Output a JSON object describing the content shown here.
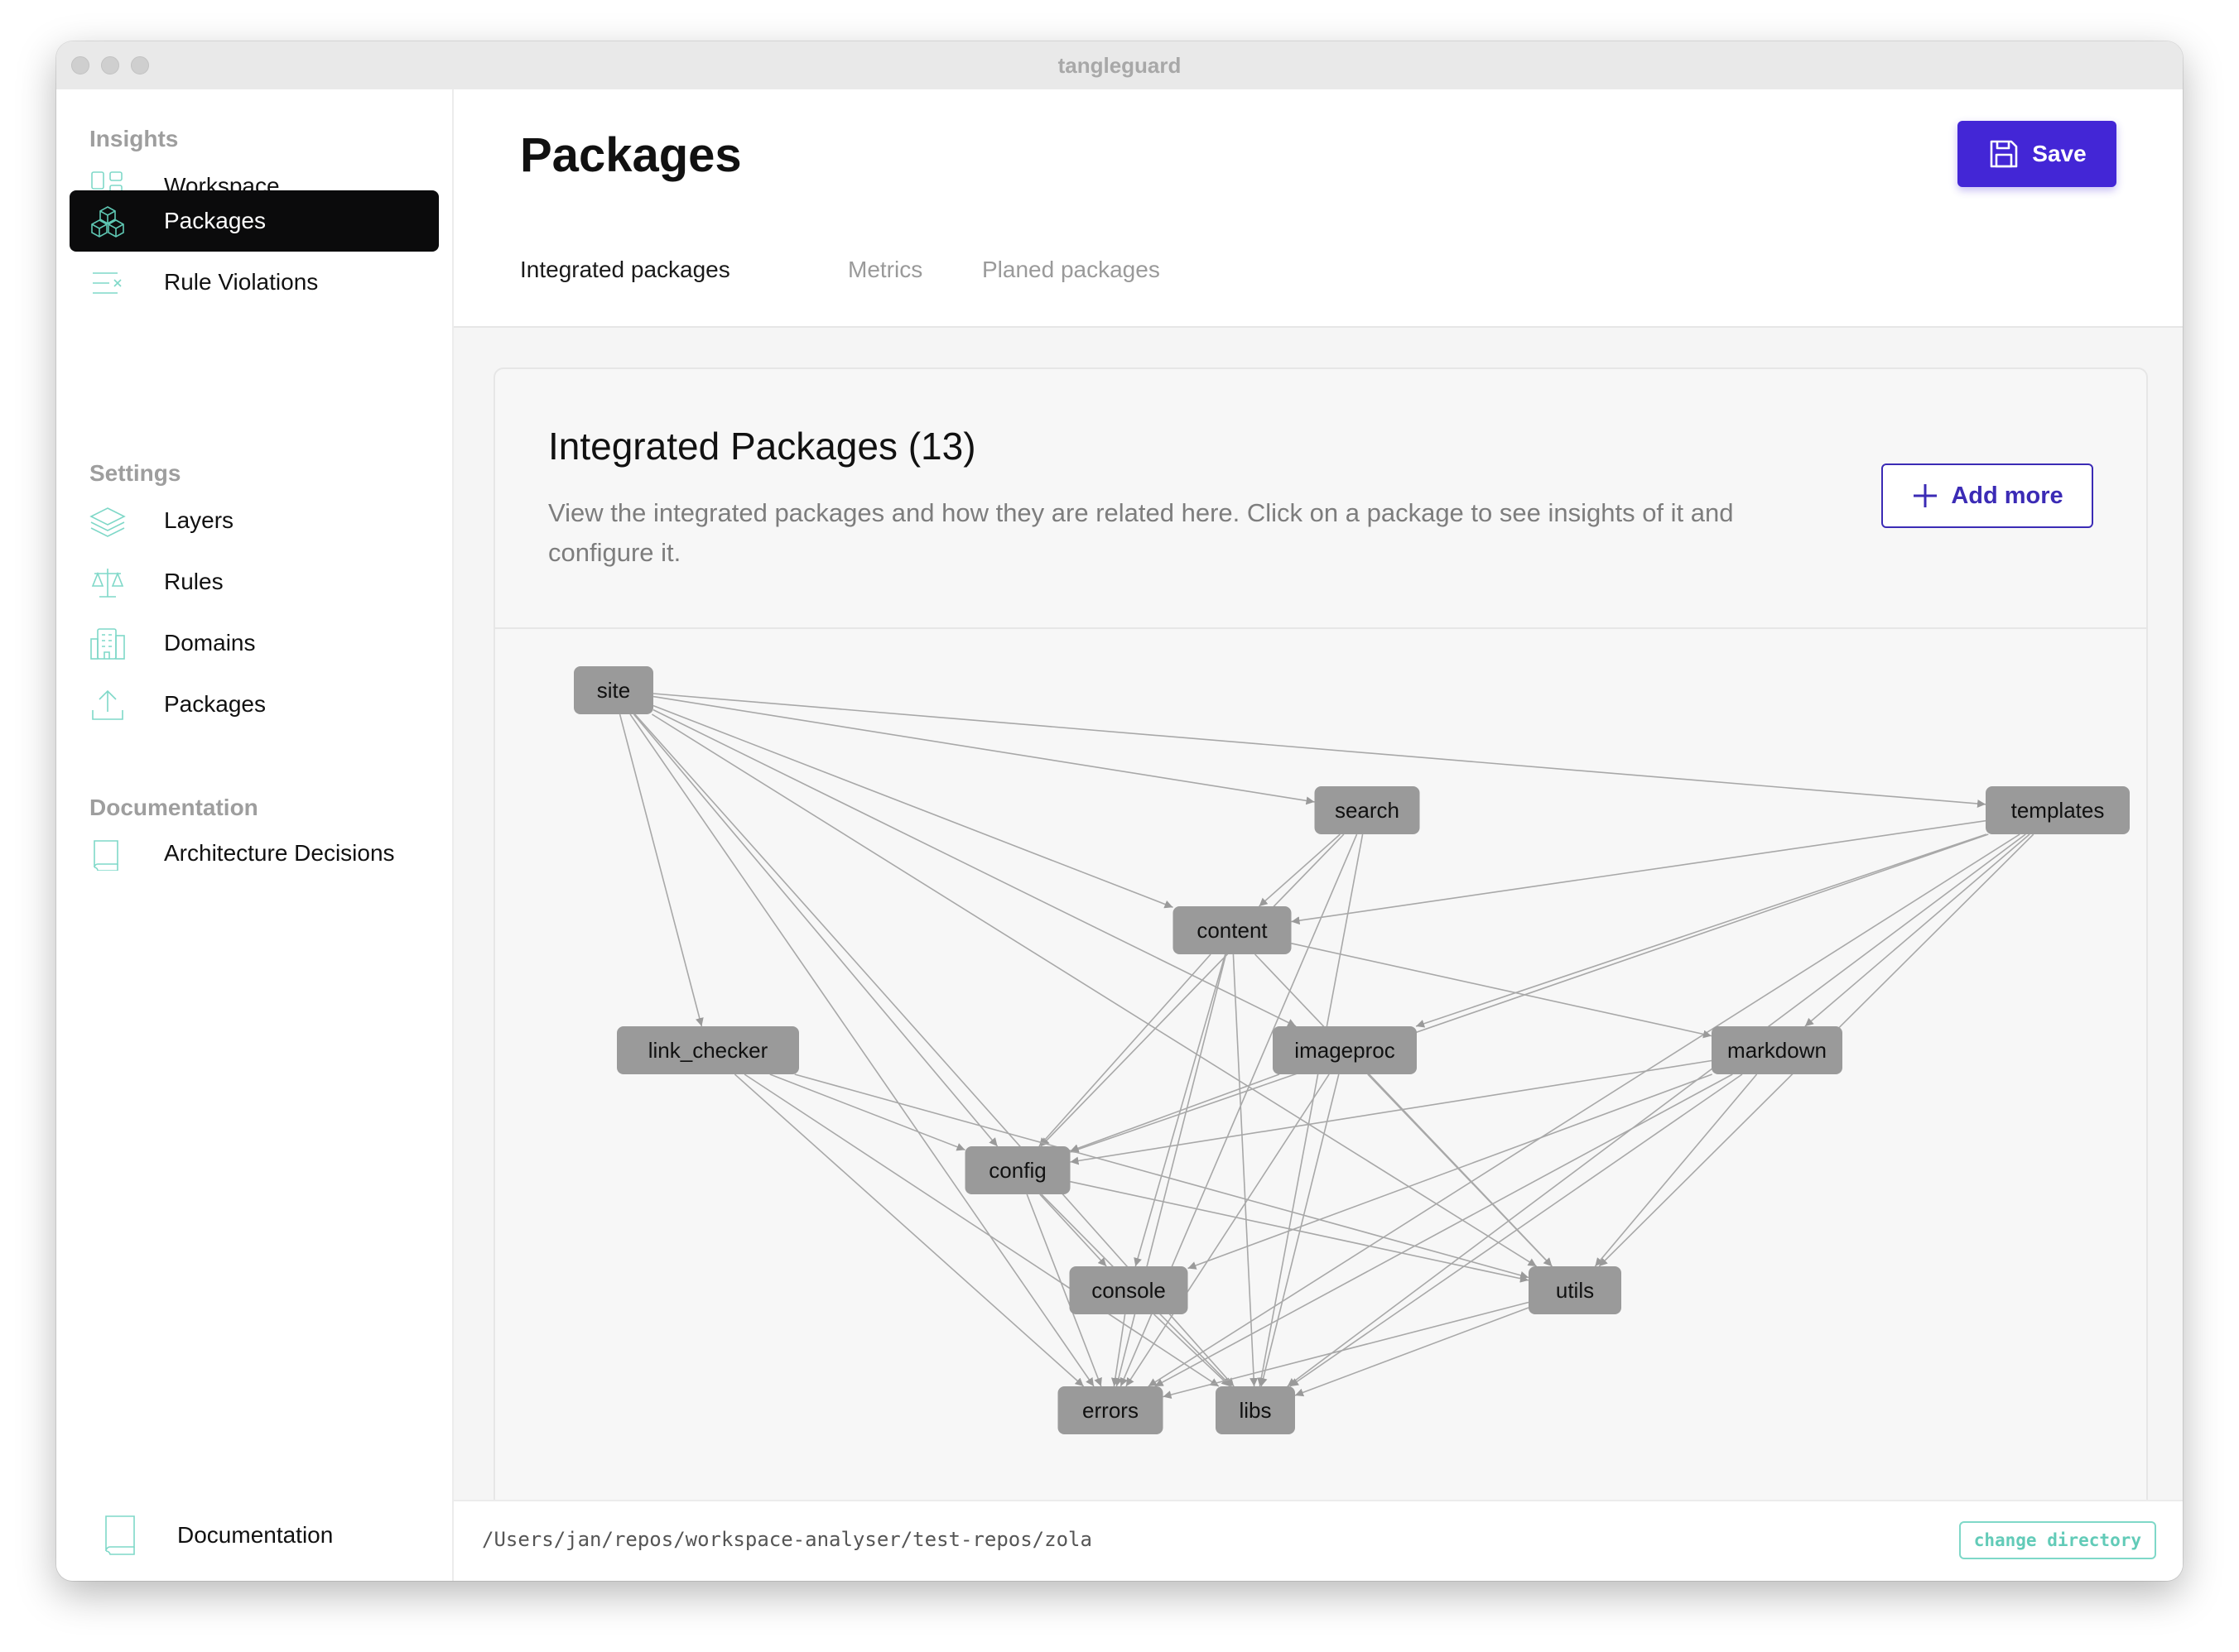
{
  "window": {
    "title": "tangleguard"
  },
  "sidebar": {
    "sections": [
      {
        "heading": "Insights",
        "items": [
          {
            "label": "Workspace",
            "icon": "workspace-icon",
            "active": false
          },
          {
            "label": "Packages",
            "icon": "packages-cube-icon",
            "active": true
          },
          {
            "label": "Rule Violations",
            "icon": "rule-violations-icon",
            "active": false
          }
        ]
      },
      {
        "heading": "Settings",
        "items": [
          {
            "label": "Layers",
            "icon": "layers-icon",
            "active": false
          },
          {
            "label": "Rules",
            "icon": "scale-icon",
            "active": false
          },
          {
            "label": "Domains",
            "icon": "building-icon",
            "active": false
          },
          {
            "label": "Packages",
            "icon": "upload-icon",
            "active": false
          }
        ]
      },
      {
        "heading": "Documentation",
        "items": [
          {
            "label": "Architecture Decisions",
            "icon": "book-icon",
            "active": false
          }
        ]
      }
    ],
    "bottom_item": {
      "label": "Documentation",
      "icon": "book-icon"
    }
  },
  "header": {
    "title": "Packages",
    "save_label": "Save"
  },
  "tabs": [
    {
      "label": "Integrated packages",
      "active": true
    },
    {
      "label": "Metrics",
      "active": false
    },
    {
      "label": "Planed packages",
      "active": false
    }
  ],
  "card": {
    "title": "Integrated Packages (13)",
    "description": "View the integrated packages and how they are related here. Click on a package to see insights of it and configure it.",
    "add_label": "Add more"
  },
  "graph": {
    "nodes": [
      "site",
      "search",
      "templates",
      "content",
      "link_checker",
      "imageproc",
      "markdown",
      "config",
      "console",
      "utils",
      "errors",
      "libs"
    ],
    "edges": [
      [
        "site",
        "search"
      ],
      [
        "site",
        "templates"
      ],
      [
        "site",
        "content"
      ],
      [
        "site",
        "link_checker"
      ],
      [
        "site",
        "imageproc"
      ],
      [
        "site",
        "config"
      ],
      [
        "site",
        "utils"
      ],
      [
        "site",
        "errors"
      ],
      [
        "site",
        "libs"
      ],
      [
        "search",
        "content"
      ],
      [
        "search",
        "config"
      ],
      [
        "search",
        "errors"
      ],
      [
        "search",
        "libs"
      ],
      [
        "templates",
        "content"
      ],
      [
        "templates",
        "imageproc"
      ],
      [
        "templates",
        "markdown"
      ],
      [
        "templates",
        "config"
      ],
      [
        "templates",
        "utils"
      ],
      [
        "templates",
        "errors"
      ],
      [
        "templates",
        "libs"
      ],
      [
        "content",
        "markdown"
      ],
      [
        "content",
        "config"
      ],
      [
        "content",
        "utils"
      ],
      [
        "content",
        "errors"
      ],
      [
        "content",
        "libs"
      ],
      [
        "content",
        "console"
      ],
      [
        "link_checker",
        "config"
      ],
      [
        "link_checker",
        "utils"
      ],
      [
        "link_checker",
        "errors"
      ],
      [
        "link_checker",
        "libs"
      ],
      [
        "imageproc",
        "config"
      ],
      [
        "imageproc",
        "utils"
      ],
      [
        "imageproc",
        "errors"
      ],
      [
        "imageproc",
        "libs"
      ],
      [
        "markdown",
        "config"
      ],
      [
        "markdown",
        "utils"
      ],
      [
        "markdown",
        "errors"
      ],
      [
        "markdown",
        "libs"
      ],
      [
        "markdown",
        "console"
      ],
      [
        "config",
        "console"
      ],
      [
        "config",
        "utils"
      ],
      [
        "config",
        "errors"
      ],
      [
        "config",
        "libs"
      ],
      [
        "console",
        "errors"
      ],
      [
        "console",
        "libs"
      ],
      [
        "utils",
        "errors"
      ],
      [
        "utils",
        "libs"
      ]
    ]
  },
  "footer": {
    "path": "/Users/jan/repos/workspace-analyser/test-repos/zola",
    "change_label": "change directory"
  },
  "colors": {
    "accent": "#4326d6",
    "active_nav_bg": "#0b0b0c",
    "icon_teal": "#7fd8c8",
    "node_fill": "#9a9a9a",
    "edge": "#a8a8a8"
  }
}
